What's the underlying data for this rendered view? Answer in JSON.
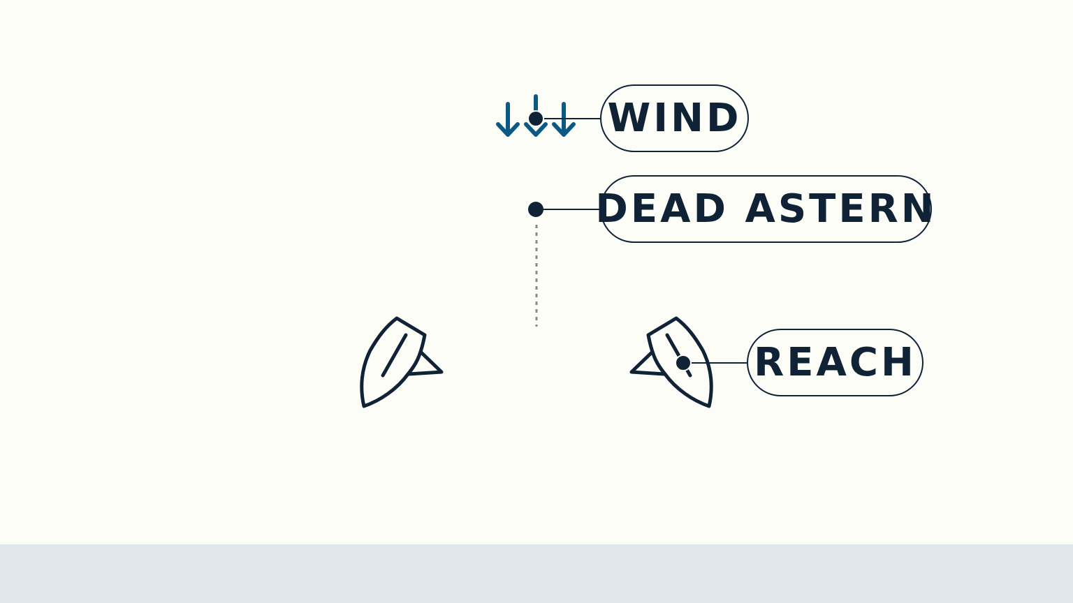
{
  "labels": {
    "wind": "WIND",
    "dead_astern": "DEAD ASTERN",
    "reach": "REACH"
  },
  "colors": {
    "background": "#fdfdf8",
    "bottom_bar": "#e1e8eb",
    "ink": "#0f2236",
    "wind_arrows": "#0b5a86",
    "dotted_line": "#8a8a8a"
  },
  "icons": {
    "wind": "down-arrow-icon",
    "boat": "sailboat-icon"
  }
}
